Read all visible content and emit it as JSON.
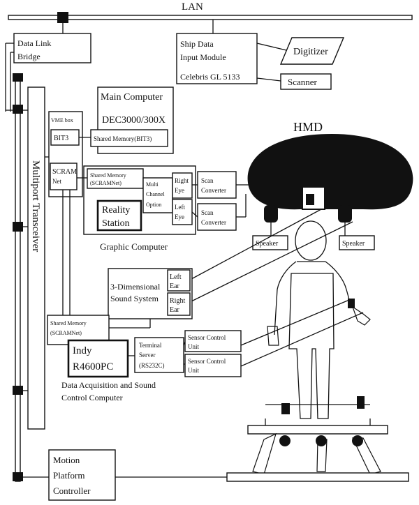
{
  "lan": "LAN",
  "data_link_bridge": [
    "Data Link",
    "Bridge"
  ],
  "ship_data_module": [
    "Ship Data",
    "Input Module"
  ],
  "celebris": "Celebris GL 5133",
  "digitizer": "Digitizer",
  "scanner": "Scanner",
  "multiport": "Multiport Transceiver",
  "main_computer": "Main Computer",
  "dec": "DEC3000/300X",
  "vme_box": "VME box",
  "bit3": "BIT3",
  "shared_memory_bit3": "Shared Memory(BIT3)",
  "scramnet": [
    "SCRAM",
    "Net"
  ],
  "shared_memory_scramnet_top": [
    "Shared Memory",
    "(SCRAMNet)"
  ],
  "multi_channel": [
    "Multi",
    "Channel",
    "Option"
  ],
  "right_eye": [
    "Right",
    "Eye"
  ],
  "left_eye": [
    "Left",
    "Eye"
  ],
  "reality_station": [
    "Reality",
    "Station"
  ],
  "graphic_computer": "Graphic Computer",
  "scan_converter_1": [
    "Scan",
    "Converter"
  ],
  "scan_converter_2": [
    "Scan",
    "Converter"
  ],
  "hmd": "HMD",
  "speaker_left": "Speaker",
  "speaker_right": "Speaker",
  "sound_system": [
    "3-Dimensional",
    "Sound System"
  ],
  "left_ear": [
    "Left",
    "Ear"
  ],
  "right_ear": [
    "Right",
    "Ear"
  ],
  "shared_memory_scramnet_bottom": [
    "Shared Memory",
    "(SCRAMNet)"
  ],
  "indy": [
    "Indy",
    "R4600PC"
  ],
  "terminal_server": [
    "Terminal",
    "Server",
    "(RS232C)"
  ],
  "sensor_control_1": [
    "Sensor Control",
    "Unit"
  ],
  "sensor_control_2": [
    "Sensor Control",
    "Unit"
  ],
  "daq_caption": [
    "Data Acquisition and Sound",
    "Control Computer"
  ],
  "motion_platform": [
    "Motion",
    "Platform",
    "Controller"
  ]
}
